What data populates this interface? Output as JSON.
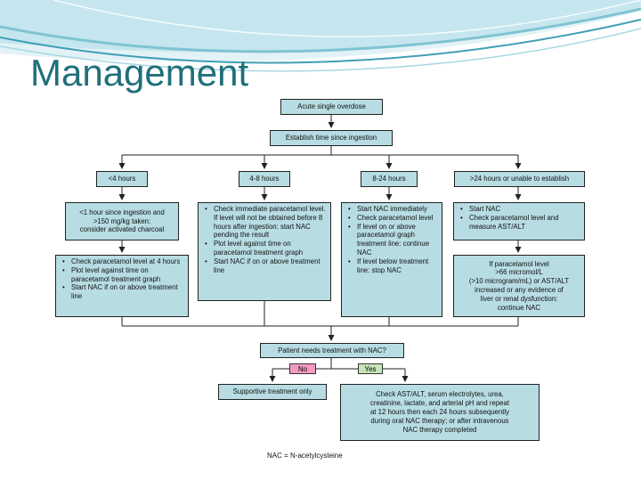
{
  "slide": {
    "title": "Management",
    "footnote": "NAC = N-acetylcysteine"
  },
  "colors": {
    "title": "#1f6f79",
    "box_fill": "#b7dde3",
    "no_fill": "#f49bc1",
    "yes_fill": "#c7e6b8",
    "wave_light": "#c5e6ee",
    "wave_mid": "#7fc3d3",
    "wave_dark": "#3f9fb5"
  },
  "flowchart": {
    "start": "Acute single overdose",
    "establish": "Establish time since ingestion",
    "branches": {
      "lt4": {
        "label": "<4 hours",
        "box1": [
          "<1 hour since ingestion and",
          ">150 mg/kg taken:",
          "consider activated charcoal"
        ],
        "box2": [
          "Check paracetamol level at 4 hours",
          "Plot level against time on paracetamol treatment graph",
          "Start NAC if on or above treatment line"
        ]
      },
      "h4to8": {
        "label": "4-8 hours",
        "box1": [
          "Check immediate paracetamol level. If level will not be obtained before 8 hours after ingestion: start NAC pending the result",
          "Plot level against time on paracetamol treatment graph",
          "Start NAC if on or above treatment line"
        ]
      },
      "h8to24": {
        "label": "8-24 hours",
        "box1": [
          "Start NAC immediately",
          "Check paracetamol level",
          "If level on or above paracetamol graph treatment line: continue NAC",
          "If level below treatment line: stop NAC"
        ]
      },
      "gt24": {
        "label": ">24 hours or unable to establish",
        "box1": [
          "Start NAC",
          "Check paracetamol level and measure AST/ALT"
        ],
        "box2": [
          "If paracetamol level",
          ">66 micromol/L",
          "(>10 microgram/mL) or AST/ALT",
          "increased or any evidence of",
          "liver or renal dysfunction:",
          "continue NAC"
        ]
      }
    },
    "decision": "Patient needs treatment with NAC?",
    "no_label": "No",
    "yes_label": "Yes",
    "no_outcome": "Supportive treatment only",
    "yes_outcome": [
      "Check AST/ALT,  serum electrolytes, urea,",
      "creatinine, lactate, and arterial pH and repeat",
      "at 12 hours then each 24 hours subsequently",
      "during oral NAC therapy; or after intravenous",
      "NAC therapy completed"
    ]
  }
}
